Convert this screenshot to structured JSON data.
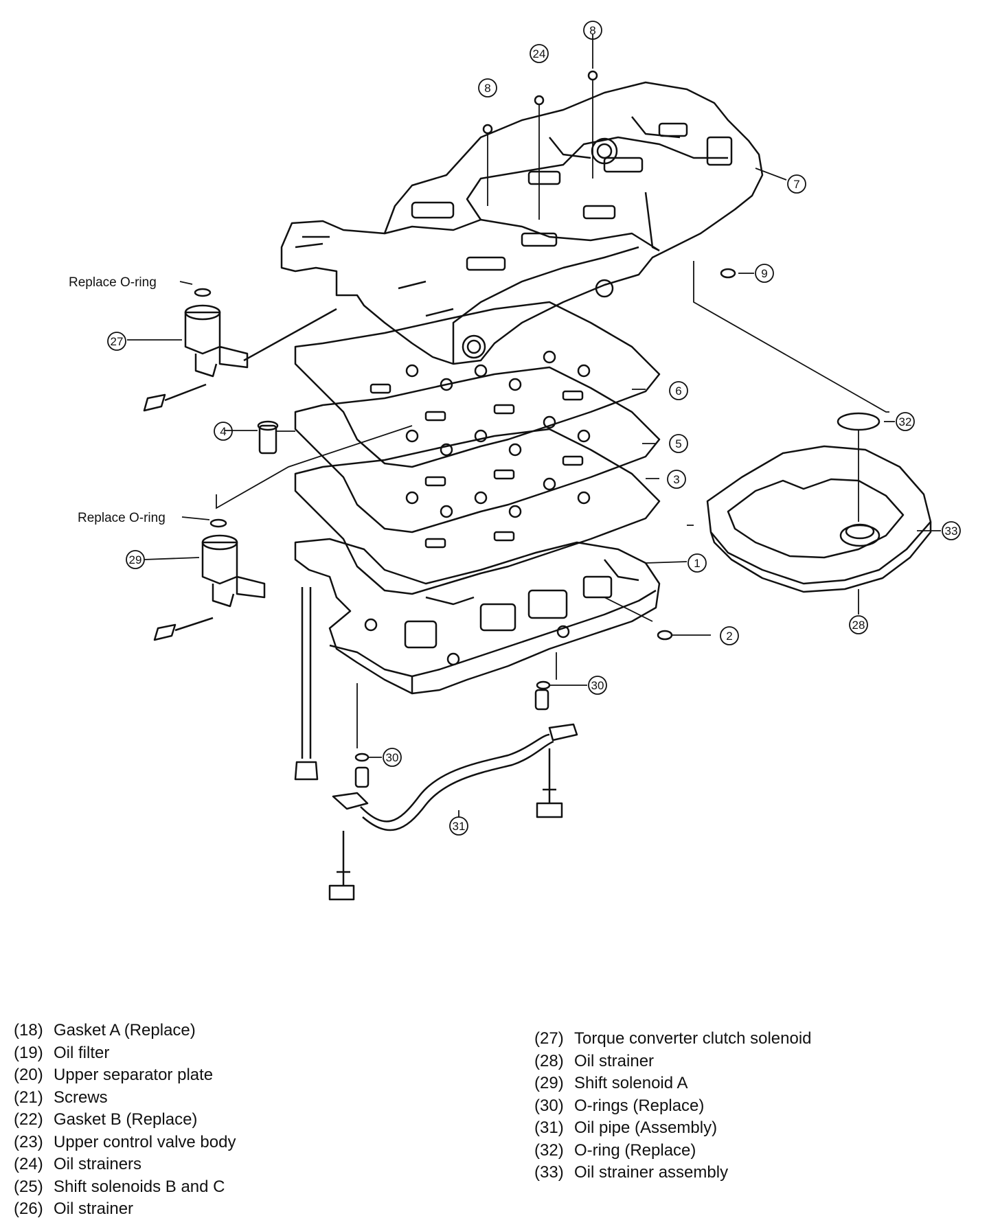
{
  "callouts": {
    "c1": "1",
    "c2": "2",
    "c3": "3",
    "c4": "4",
    "c5": "5",
    "c6": "6",
    "c7": "7",
    "c8a": "8",
    "c8b": "8",
    "c9": "9",
    "c24": "24",
    "c27": "27",
    "c29": "29",
    "c30a": "30",
    "c30b": "30",
    "c31": "31",
    "c32": "32",
    "c33": "33",
    "c28": "28"
  },
  "labels": {
    "replace_oring_top": "Replace O-ring",
    "replace_oring_bottom": "Replace O-ring"
  },
  "legend_left": [
    {
      "num": "(18)",
      "text": "Gasket A (Replace)"
    },
    {
      "num": "(19)",
      "text": "Oil filter"
    },
    {
      "num": "(20)",
      "text": "Upper separator plate"
    },
    {
      "num": "(21)",
      "text": "Screws"
    },
    {
      "num": "(22)",
      "text": "Gasket B (Replace)"
    },
    {
      "num": "(23)",
      "text": "Upper control valve body"
    },
    {
      "num": "(24)",
      "text": "Oil strainers"
    },
    {
      "num": "(25)",
      "text": "Shift solenoids B and C"
    },
    {
      "num": "(26)",
      "text": "Oil strainer"
    }
  ],
  "legend_right": [
    {
      "num": "(27)",
      "text": "Torque converter clutch solenoid"
    },
    {
      "num": "(28)",
      "text": "Oil strainer"
    },
    {
      "num": "(29)",
      "text": "Shift solenoid A"
    },
    {
      "num": "(30)",
      "text": "O-rings (Replace)"
    },
    {
      "num": "(31)",
      "text": "Oil pipe (Assembly)"
    },
    {
      "num": "(32)",
      "text": "O-ring (Replace)"
    },
    {
      "num": "(33)",
      "text": "Oil strainer assembly"
    }
  ]
}
